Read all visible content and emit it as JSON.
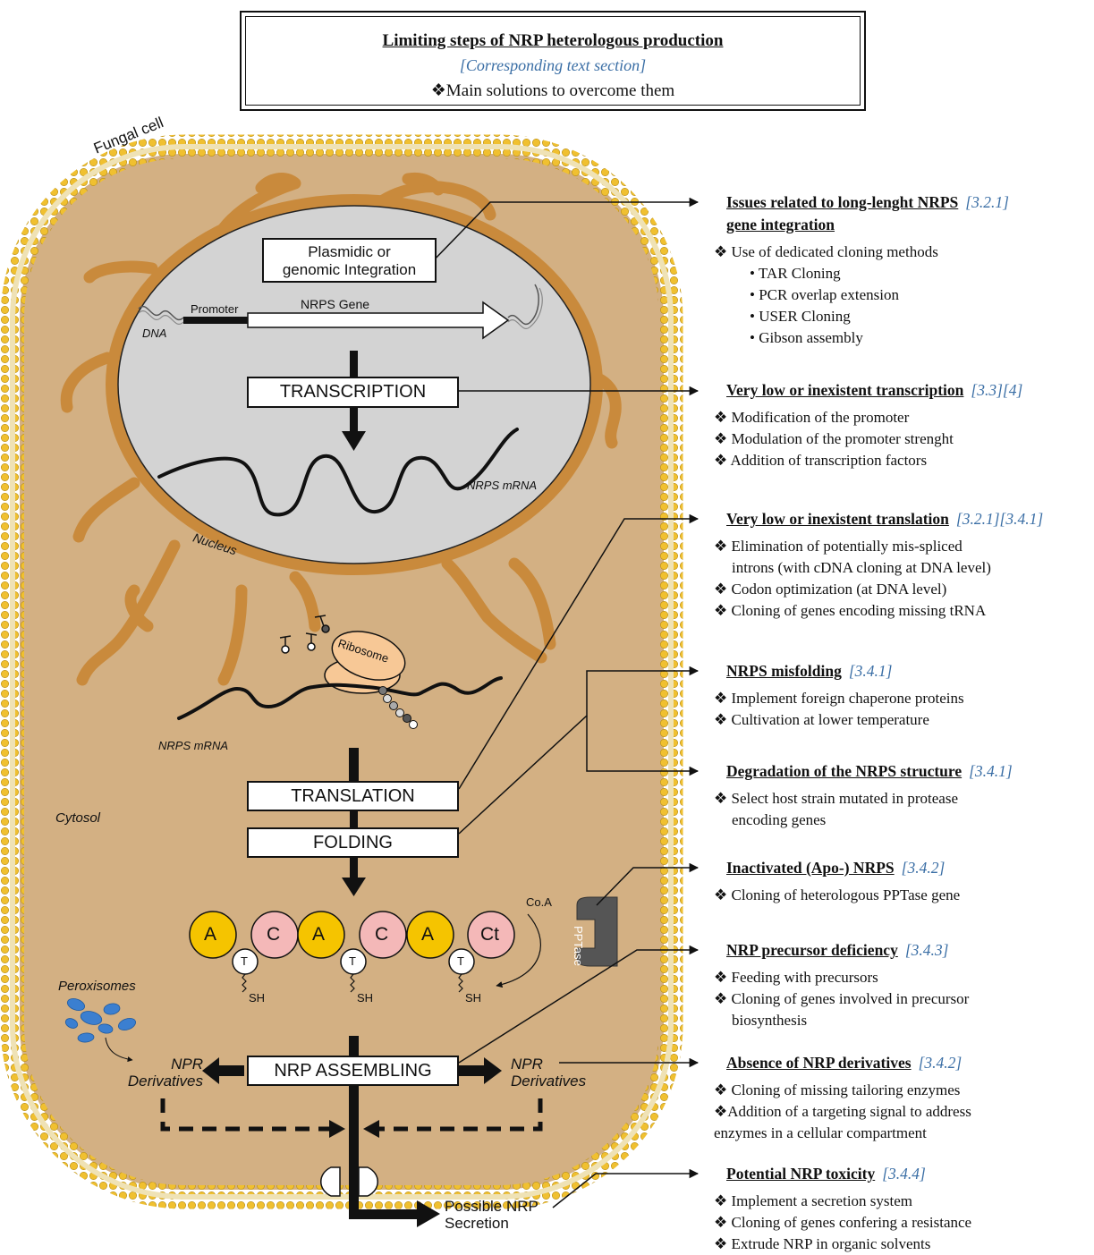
{
  "legend": {
    "title": "Limiting steps of NRP heterologous production",
    "reference": "[Corresponding text section]",
    "solutions": "❖Main solutions to overcome them"
  },
  "cell": {
    "label": "Fungal cell",
    "nucleus": "Nucleus",
    "cytosol": "Cytosol",
    "integration": [
      "Plasmidic or",
      "genomic Integration"
    ],
    "dna": "DNA",
    "promoter": "Promoter",
    "gene": "NRPS Gene",
    "transcription": "TRANSCRIPTION",
    "mrna_nucleus": "NRPS mRNA",
    "ribosome": "Ribosome",
    "mrna_cytosol": "NRPS mRNA",
    "translation": "TRANSLATION",
    "folding": "FOLDING",
    "coa": "Co.A",
    "pptase": "PPTase",
    "domains": [
      "A",
      "C",
      "A",
      "C",
      "A",
      "Ct"
    ],
    "t_domain": "T",
    "sh": "SH",
    "peroxisomes": "Peroxisomes",
    "derivatives_left": [
      "NPR",
      "Derivatives"
    ],
    "derivatives_right": [
      "NPR",
      "Derivatives"
    ],
    "assembling": "NRP ASSEMBLING",
    "secretion": [
      "Possible NRP",
      "Secretion"
    ]
  },
  "notes": [
    {
      "heading": "Issues related to long-lenght NRPS",
      "ref": "[3.2.1]",
      "heading2": "gene integration",
      "items": [
        "❖ Use of dedicated cloning methods"
      ],
      "subitems": [
        "• TAR Cloning",
        "• PCR overlap extension",
        "• USER Cloning",
        "• Gibson assembly"
      ]
    },
    {
      "heading": "Very low or inexistent transcription",
      "ref": "[3.3][4]",
      "items": [
        "❖ Modification of the promoter",
        "❖ Modulation of the promoter strenght",
        "❖ Addition of transcription factors"
      ]
    },
    {
      "heading": "Very low or inexistent translation",
      "ref": "[3.2.1][3.4.1]",
      "items": [
        "❖ Elimination of potentially mis-spliced",
        "introns (with cDNA cloning at DNA level)",
        "❖ Codon optimization (at DNA level)",
        "❖ Cloning of genes encoding missing tRNA"
      ]
    },
    {
      "heading": "NRPS misfolding",
      "ref": "[3.4.1]",
      "items": [
        "❖ Implement foreign chaperone proteins",
        "❖ Cultivation at lower temperature"
      ]
    },
    {
      "heading": "Degradation of the NRPS structure",
      "ref": "[3.4.1]",
      "items": [
        "❖ Select host strain mutated in protease",
        "encoding genes"
      ]
    },
    {
      "heading": "Inactivated (Apo-) NRPS",
      "ref": "[3.4.2]",
      "items": [
        "❖ Cloning of heterologous PPTase gene"
      ]
    },
    {
      "heading": "NRP precursor deficiency",
      "ref": "[3.4.3]",
      "items": [
        "❖ Feeding with precursors",
        "❖ Cloning of genes involved in precursor",
        "biosynthesis"
      ]
    },
    {
      "heading": "Absence of NRP derivatives",
      "ref": "[3.4.2]",
      "items": [
        "❖ Cloning of missing tailoring enzymes",
        "❖Addition of a targeting signal to address",
        "enzymes in a cellular compartment"
      ]
    },
    {
      "heading": "Potential NRP toxicity",
      "ref": "[3.4.4]",
      "items": [
        "❖ Implement a secretion system",
        "❖ Cloning of genes confering a resistance",
        "❖ Extrude NRP in organic solvents"
      ]
    }
  ],
  "colors": {
    "cytosol": "#d3b083",
    "membrane_head": "#f0c030",
    "nucleus_fill": "#d3d3d3",
    "envelope": "#c98a3c",
    "ref_blue": "#3a6ea5",
    "domain_a": "#f5c400",
    "domain_c": "#f4b8b8",
    "ribosome": "#f7c896",
    "peroxisome": "#3b7fd0",
    "pptase": "#555555"
  }
}
